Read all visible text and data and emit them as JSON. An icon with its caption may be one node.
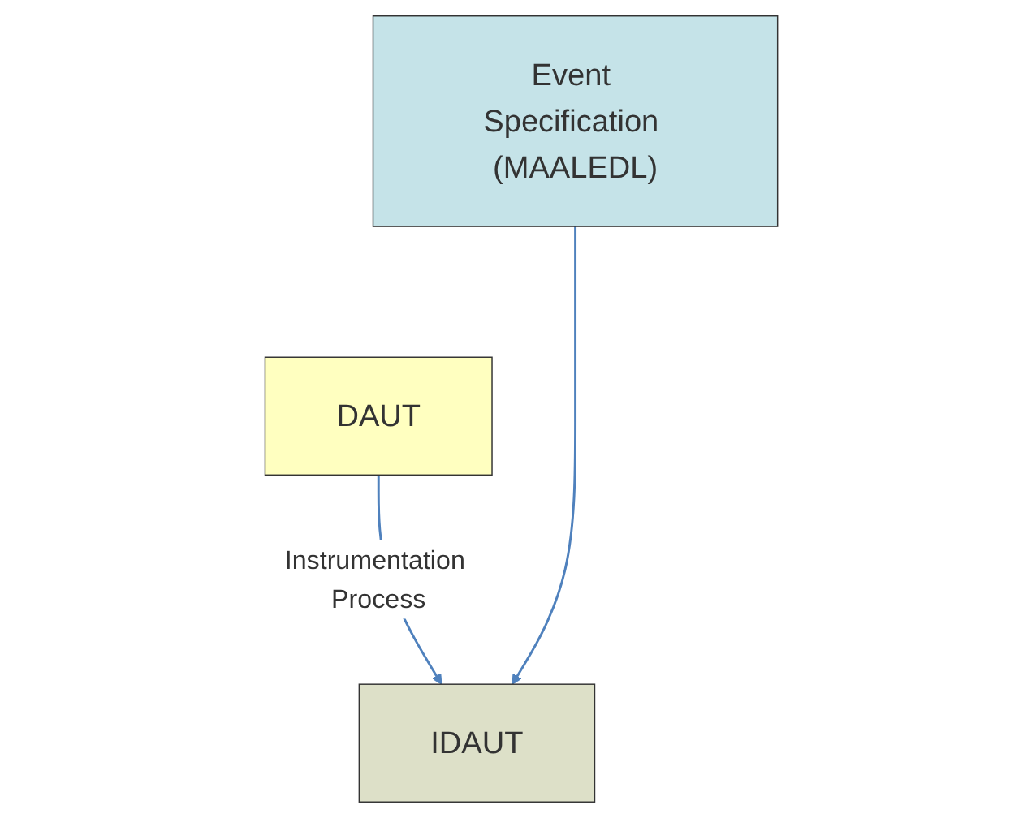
{
  "diagram": {
    "nodes": [
      {
        "text": [
          "DAUT"
        ]
      },
      {
        "text": [
          "Event Specification (MAALEDL)"
        ]
      },
      {
        "text": [
          "IDAUT"
        ]
      }
    ],
    "edges": [
      {
        "from": 0,
        "to": 2,
        "arrow": "to",
        "label": "Instrumentation Process"
      },
      {
        "from": 1,
        "to": 2,
        "arrow": "to"
      }
    ]
  }
}
